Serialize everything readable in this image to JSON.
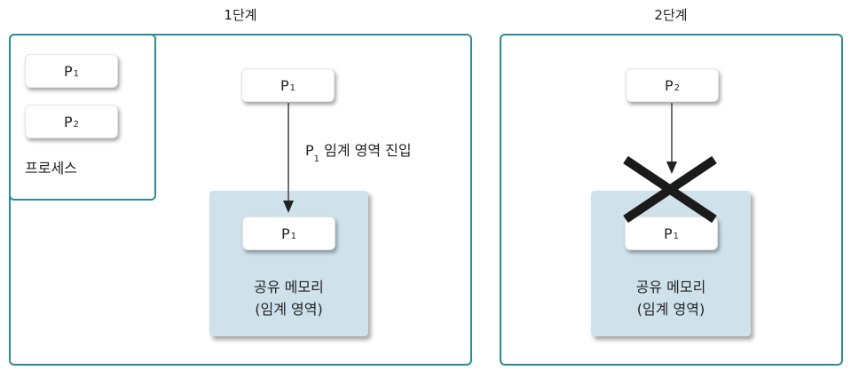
{
  "stages": {
    "stage1_title": "1단계",
    "stage2_title": "2단계"
  },
  "stage1": {
    "process_group_label": "프로세스",
    "process_list": [
      {
        "base": "P",
        "sub": "1"
      },
      {
        "base": "P",
        "sub": "2"
      }
    ],
    "entering_process": {
      "base": "P",
      "sub": "1"
    },
    "arrow_label_base": "P",
    "arrow_label_sub": "1",
    "arrow_label_text": " 임계 영역 진입",
    "shared_memory_process": {
      "base": "P",
      "sub": "1"
    },
    "shared_memory_line1": "공유 메모리",
    "shared_memory_line2": "(임계 영역)"
  },
  "stage2": {
    "blocked_process": {
      "base": "P",
      "sub": "2"
    },
    "shared_memory_process": {
      "base": "P",
      "sub": "1"
    },
    "shared_memory_line1": "공유 메모리",
    "shared_memory_line2": "(임계 영역)"
  },
  "colors": {
    "panel_border": "#2a8c93",
    "shared_memory_fill": "#cfe2ec",
    "cross_mark": "#1a1a1a"
  }
}
